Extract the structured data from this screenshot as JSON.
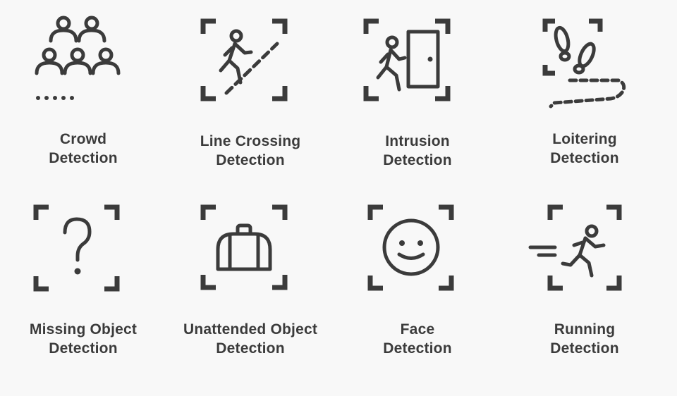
{
  "items": [
    {
      "id": "crowd",
      "line1": "Crowd",
      "line2": "Detection",
      "icon": "crowd-icon"
    },
    {
      "id": "line-crossing",
      "line1": "Line Crossing",
      "line2": "Detection",
      "icon": "line-crossing-icon"
    },
    {
      "id": "intrusion",
      "line1": "Intrusion",
      "line2": "Detection",
      "icon": "intrusion-icon"
    },
    {
      "id": "loitering",
      "line1": "Loitering",
      "line2": "Detection",
      "icon": "footprints-icon"
    },
    {
      "id": "missing-object",
      "line1": "Missing Object",
      "line2": "Detection",
      "icon": "question-mark-icon"
    },
    {
      "id": "unattended-object",
      "line1": "Unattended Object",
      "line2": "Detection",
      "icon": "bag-icon"
    },
    {
      "id": "face",
      "line1": "Face",
      "line2": "Detection",
      "icon": "smiley-face-icon"
    },
    {
      "id": "running",
      "line1": "Running",
      "line2": "Detection",
      "icon": "running-person-icon"
    }
  ],
  "colors": {
    "icon": "#3b3b3b",
    "background": "#f8f8f8"
  }
}
